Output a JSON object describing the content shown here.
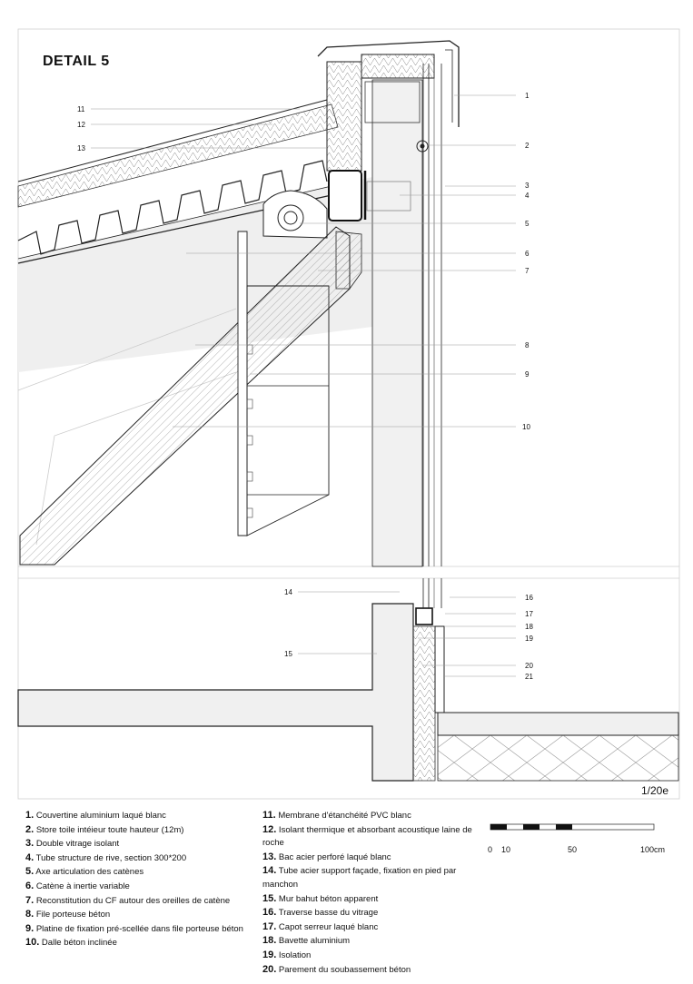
{
  "title": "DETAIL 5",
  "scale_ratio": "1/20e",
  "scale_bar": {
    "labels": [
      "0",
      "10",
      "50",
      "100cm"
    ]
  },
  "callouts": [
    "1",
    "2",
    "3",
    "4",
    "5",
    "6",
    "7",
    "8",
    "9",
    "10",
    "11",
    "12",
    "13",
    "14",
    "15",
    "16",
    "17",
    "18",
    "19",
    "20",
    "21"
  ],
  "legend_left": [
    {
      "n": "1.",
      "text": "Couvertine aluminium laqué blanc"
    },
    {
      "n": "2.",
      "text": "Store toile intéieur toute hauteur (12m)"
    },
    {
      "n": "3.",
      "text": "Double vitrage isolant"
    },
    {
      "n": "4.",
      "text": "Tube structure de rive, section 300*200"
    },
    {
      "n": "5.",
      "text": "Axe articulation des catènes"
    },
    {
      "n": "6.",
      "text": "Catène à inertie variable"
    },
    {
      "n": "7.",
      "text": "Reconstitution du CF autour des oreilles de catène"
    },
    {
      "n": "8.",
      "text": "File porteuse béton"
    },
    {
      "n": "9.",
      "text": "Platine de fixation pré-scellée dans file porteuse béton"
    },
    {
      "n": "10.",
      "text": "Dalle béton inclinée"
    }
  ],
  "legend_right": [
    {
      "n": "11.",
      "text": "Membrane d'étanchéité PVC blanc"
    },
    {
      "n": "12.",
      "text": "Isolant thermique et absorbant acoustique laine de roche"
    },
    {
      "n": "13.",
      "text": "Bac acier perforé laqué blanc"
    },
    {
      "n": "14.",
      "text": "Tube acier support façade, fixation en pied par manchon"
    },
    {
      "n": "15.",
      "text": "Mur bahut béton apparent"
    },
    {
      "n": "16.",
      "text": "Traverse basse du vitrage"
    },
    {
      "n": "17.",
      "text": "Capot serreur laqué blanc"
    },
    {
      "n": "18.",
      "text": "Bavette aluminium"
    },
    {
      "n": "19.",
      "text": "Isolation"
    },
    {
      "n": "20.",
      "text": "Parement du soubassement béton"
    }
  ]
}
